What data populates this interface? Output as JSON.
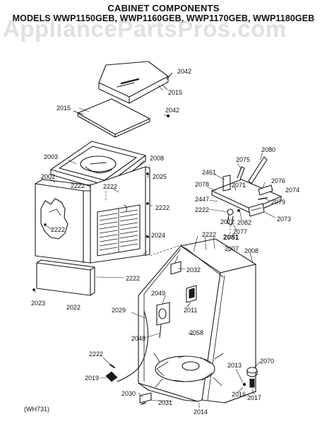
{
  "header": {
    "title": "CABINET COMPONENTS",
    "models": "MODELS WWP1150GEB, WWP1160GEB, WWP1170GEB, WWP1180GEB",
    "watermark": "AppliancePartsPros.com"
  },
  "figure_code": "(WH731)",
  "callouts": {
    "c2042a": "2042",
    "c2015a": "2015",
    "c2015b": "2015",
    "c2042b": "2042",
    "c2003": "2003",
    "c2008a": "2008",
    "c2002": "2002",
    "c2025": "2025",
    "c2222a": "2222",
    "c2222b": "2222",
    "c2222c": "2222",
    "c2024": "2024",
    "c2222d": "2222",
    "c2023": "2023",
    "c2022": "2022",
    "c2080": "2080",
    "c2075": "2075",
    "c2461": "2461",
    "c2078": "2078",
    "c2071": "2071",
    "c2076": "2076",
    "c2074": "2074",
    "c2447": "2447",
    "c2222e": "2222",
    "c2079": "2079",
    "c2072": "2072",
    "c2082": "2082",
    "c2073": "2073",
    "c2077": "2077",
    "c2081": "2081",
    "c2222f": "2222",
    "c2007": "2007",
    "c2008b": "2008",
    "c2032": "2032",
    "c2049": "2049",
    "c2011": "2011",
    "c2029": "2029",
    "c2058": "2058",
    "c2048": "2048",
    "c2222g": "2222",
    "c2013": "2013",
    "c2070": "2070",
    "c2019": "2019",
    "c2016": "2016",
    "c2017": "2017",
    "c2030": "2030",
    "c2031": "2031",
    "c2014": "2014"
  }
}
